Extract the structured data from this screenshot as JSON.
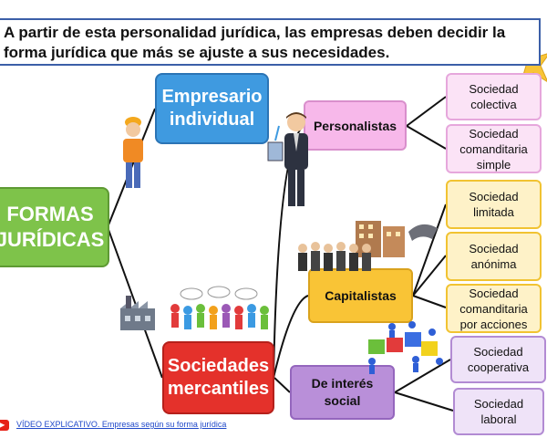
{
  "header": {
    "line1": "A partir de esta personalidad jurídica, las empresas deben decidir la",
    "line2": "forma jurídica que más se ajuste a sus necesidades."
  },
  "root": {
    "line1": "FORMAS",
    "line2": "JURÍDICAS"
  },
  "empresario": {
    "line1": "Empresario",
    "line2": "individual"
  },
  "sociedades": {
    "line1": "Sociedades",
    "line2": "mercantiles"
  },
  "personalistas": {
    "label": "Personalistas"
  },
  "capitalistas": {
    "label": "Capitalistas"
  },
  "interes": {
    "line1": "De interés",
    "line2": "social"
  },
  "leaves": {
    "colectiva": {
      "line1": "Sociedad",
      "line2": "colectiva"
    },
    "comanditaria_simple": {
      "line1": "Sociedad",
      "line2": "comanditaria",
      "line3": "simple"
    },
    "limitada": {
      "line1": "Sociedad",
      "line2": "limitada"
    },
    "anonima": {
      "line1": "Sociedad",
      "line2": "anónima"
    },
    "comanditaria_acciones": {
      "line1": "Sociedad",
      "line2": "comanditaria",
      "line3": "por acciones"
    },
    "cooperativa": {
      "line1": "Sociedad",
      "line2": "cooperativa"
    },
    "laboral": {
      "line1": "Sociedad",
      "line2": "laboral"
    }
  },
  "footer": {
    "icon": "youtube-icon",
    "link": "VÍDEO EXPLICATIVO. Empresas según su forma jurídica"
  },
  "colors": {
    "root": "#7ec34a",
    "empresario": "#3f9ae0",
    "sociedades": "#e4312b",
    "personalistas": "#f7b8ea",
    "capitalistas": "#f9c436",
    "interes": "#b98fd9"
  }
}
